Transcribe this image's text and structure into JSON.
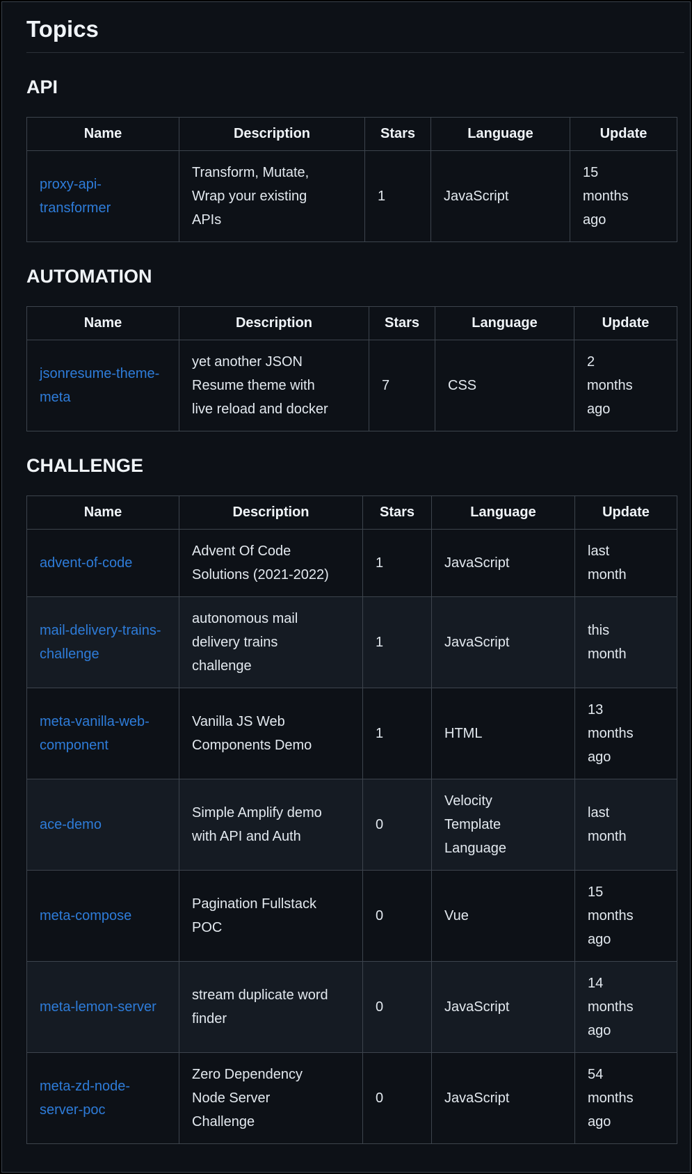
{
  "page": {
    "title": "Topics"
  },
  "colors": {
    "background": "#0d1117",
    "row_alternate": "#151b23",
    "table_border": "#3d444d",
    "heading_text": "#f0f4f8",
    "body_text": "#e3e9ef",
    "link_accent": "#2e7cd9"
  },
  "table_headers": [
    "Name",
    "Description",
    "Stars",
    "Language",
    "Update"
  ],
  "sections": [
    {
      "title": "API",
      "rows": [
        {
          "name": "proxy-api-transformer",
          "description": "Transform, Mutate, Wrap your existing APIs",
          "stars": "1",
          "language": "JavaScript",
          "update": "15 months ago"
        }
      ]
    },
    {
      "title": "AUTOMATION",
      "rows": [
        {
          "name": "jsonresume-theme-meta",
          "description": "yet another JSON Resume theme with live reload and docker",
          "stars": "7",
          "language": "CSS",
          "update": "2 months ago"
        }
      ]
    },
    {
      "title": "CHALLENGE",
      "rows": [
        {
          "name": "advent-of-code",
          "description": "Advent Of Code Solutions (2021-2022)",
          "stars": "1",
          "language": "JavaScript",
          "update": "last month"
        },
        {
          "name": "mail-delivery-trains-challenge",
          "description": "autonomous mail delivery trains challenge",
          "stars": "1",
          "language": "JavaScript",
          "update": "this month"
        },
        {
          "name": "meta-vanilla-web-component",
          "description": "Vanilla JS Web Components Demo",
          "stars": "1",
          "language": "HTML",
          "update": "13 months ago"
        },
        {
          "name": "ace-demo",
          "description": "Simple Amplify demo with API and Auth",
          "stars": "0",
          "language": "Velocity Template Language",
          "update": "last month"
        },
        {
          "name": "meta-compose",
          "description": "Pagination Fullstack POC",
          "stars": "0",
          "language": "Vue",
          "update": "15 months ago"
        },
        {
          "name": "meta-lemon-server",
          "description": "stream duplicate word finder",
          "stars": "0",
          "language": "JavaScript",
          "update": "14 months ago"
        },
        {
          "name": "meta-zd-node-server-poc",
          "description": "Zero Dependency Node Server Challenge",
          "stars": "0",
          "language": "JavaScript",
          "update": "54 months ago"
        }
      ]
    }
  ]
}
